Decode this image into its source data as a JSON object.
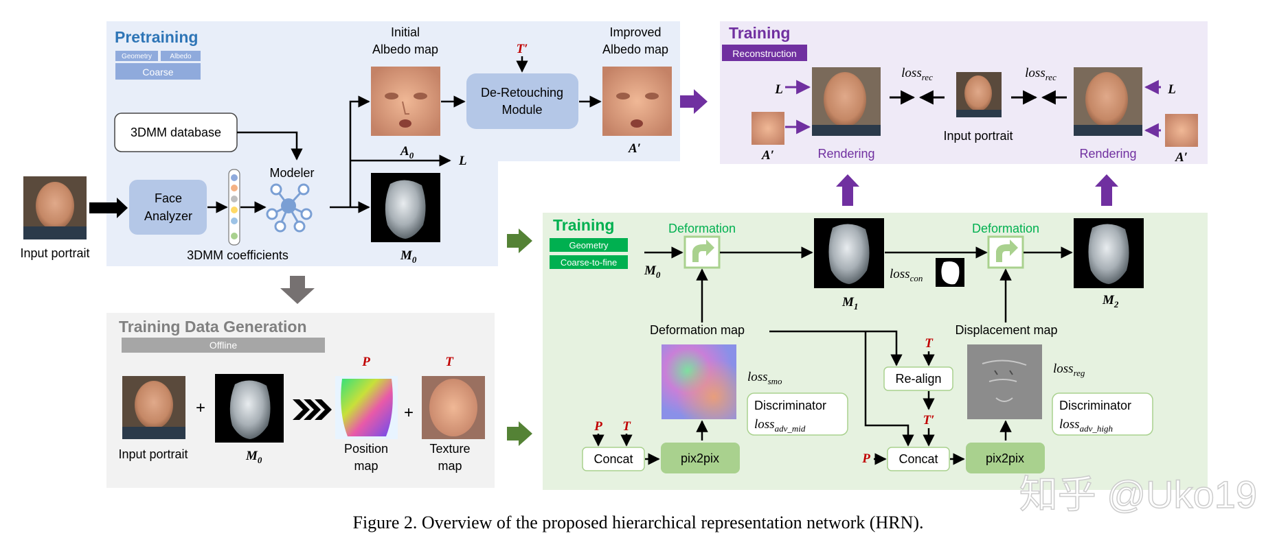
{
  "pretraining": {
    "title": "Pretraining",
    "chips": [
      "Geometry",
      "Albedo"
    ],
    "coarse": "Coarse",
    "initial_albedo_label_1": "Initial",
    "initial_albedo_label_2": "Albedo map",
    "improved_albedo_label_1": "Improved",
    "improved_albedo_label_2": "Albedo map",
    "db_label": "3DMM database",
    "face_analyzer_1": "Face",
    "face_analyzer_2": "Analyzer",
    "modeler_label": "Modeler",
    "coeff_label": "3DMM coefficients",
    "dr_module_1": "De-Retouching",
    "dr_module_2": "Module",
    "t_prime": "T′",
    "a0": "A",
    "a0_sub": "0",
    "a_prime": "A′",
    "l_label": "L",
    "m0": "M",
    "m0_sub": "0"
  },
  "input_portrait_label": "Input portrait",
  "training_top": {
    "title": "Training",
    "chip": "Reconstruction",
    "loss_rec_left": "loss",
    "loss_rec_sub": "rec",
    "loss_rec_right": "loss",
    "input_portrait": "Input portrait",
    "rendering_left": "Rendering",
    "rendering_right": "Rendering",
    "l": "L",
    "a_prime": "A′"
  },
  "training_geo": {
    "title": "Training",
    "chip_geometry": "Geometry",
    "chip_c2f": "Coarse-to-fine",
    "deformation_1": "Deformation",
    "deformation_2": "Deformation",
    "m0": "M",
    "m0_sub": "0",
    "m1": "M",
    "m1_sub": "1",
    "m2": "M",
    "m2_sub": "2",
    "loss_con": "loss",
    "loss_con_sub": "con",
    "deformation_map": "Deformation map",
    "displacement_map": "Displacement map",
    "loss_smo": "loss",
    "loss_smo_sub": "smo",
    "loss_reg": "loss",
    "loss_reg_sub": "reg",
    "disc_1": "Discriminator",
    "loss_adv_mid": "loss",
    "loss_adv_mid_sub": "adv_mid",
    "disc_2": "Discriminator",
    "loss_adv_high": "loss",
    "loss_adv_high_sub": "adv_high",
    "realign": "Re-align",
    "concat_1": "Concat",
    "concat_2": "Concat",
    "pix2pix_1": "pix2pix",
    "pix2pix_2": "pix2pix",
    "p": "P",
    "t": "T",
    "t_prime": "T′"
  },
  "tdg": {
    "title": "Training Data Generation",
    "chip": "Offline",
    "input_portrait": "Input portrait",
    "m0": "M",
    "m0_sub": "0",
    "plus_1": "+",
    "plus_2": "+",
    "position_1": "Position",
    "position_2": "map",
    "texture_1": "Texture",
    "texture_2": "map",
    "p": "P",
    "t": "T"
  },
  "caption": "Figure 2. Overview of the proposed hierarchical representation network (HRN).",
  "watermark": "知乎 @Uko19",
  "colors": {
    "pretrain_bg": "#e8eef9",
    "pretrain_title": "#2e75b6",
    "chip_blue": "#8faadc",
    "training_top_bg": "#efeaf7",
    "purple": "#7030a0",
    "training_geo_bg": "#e6f2e0",
    "green_title": "#00b050",
    "green_box": "#a9d18e",
    "gray_bg": "#f2f2f2",
    "gray_title": "#808080",
    "red": "#c00000",
    "arrow_green": "#548235",
    "arrow_gray": "#767171"
  }
}
